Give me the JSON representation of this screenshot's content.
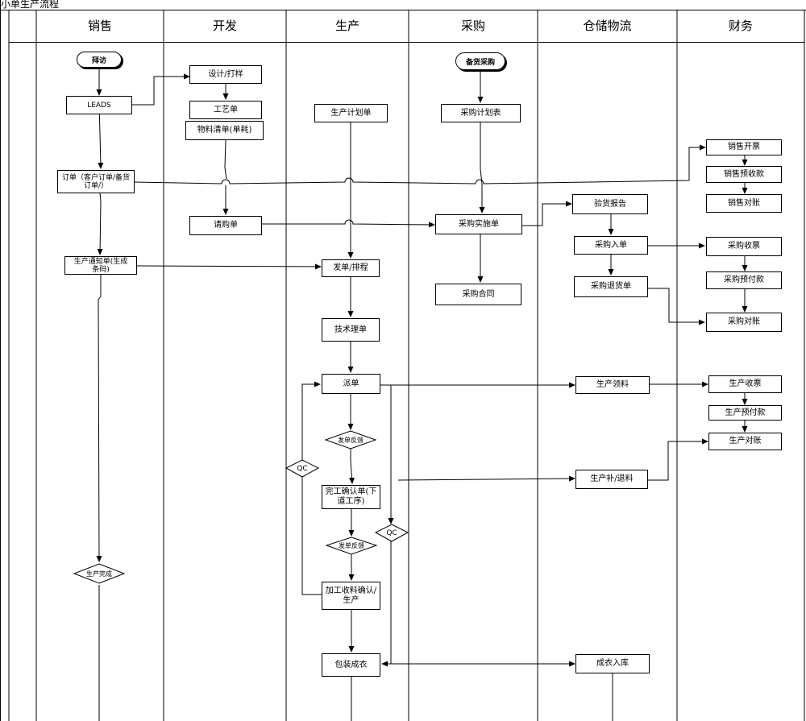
{
  "page": {
    "title": "小单生产流程"
  },
  "lanes": [
    "销售",
    "开发",
    "生产",
    "采购",
    "仓储物流",
    "财务"
  ],
  "nodes": {
    "baifang": "拜访",
    "leads": "LEADS",
    "dingdan": "订单（客户订单/备货\n订单/）",
    "tongzhi": "生产通知单(生成\n条码)",
    "wancheng": "生产完成",
    "sheji": "设计/打样",
    "gongyi": "工艺单",
    "wuliao": "物料清单(单耗)",
    "qinggou": "请购单",
    "jihua": "生产计划单",
    "fadan": "发单/排程",
    "jishu": "技术理单",
    "paidan": "派单",
    "fankui1": "发单反馈",
    "qc1": "QC",
    "wangong": "完工确认单(下\n道工序)",
    "fankui2": "发单反馈",
    "qc2": "QC",
    "jiagong": "加工收料确认/\n生产",
    "baozhuang": "包装成衣",
    "beihuo": "备货采购",
    "cgjihua": "采购计划表",
    "shishi": "采购实施单",
    "hetong": "采购合同",
    "yanhuo": "验货报告",
    "ruku": "采购入单",
    "tuihuo": "采购退货单",
    "lingliao": "生产领料",
    "bu": "生产补/退料",
    "chengyi": "成衣入库",
    "kaipiao": "销售开票",
    "yushou": "销售预收款",
    "xsduizhang": "销售对账",
    "shoupiao": "采购收票",
    "yufu": "采购预付款",
    "cgduizhang": "采购对账",
    "scshoupiao": "生产收票",
    "scyufu": "生产预付款",
    "scduizhang": "生产对账"
  }
}
